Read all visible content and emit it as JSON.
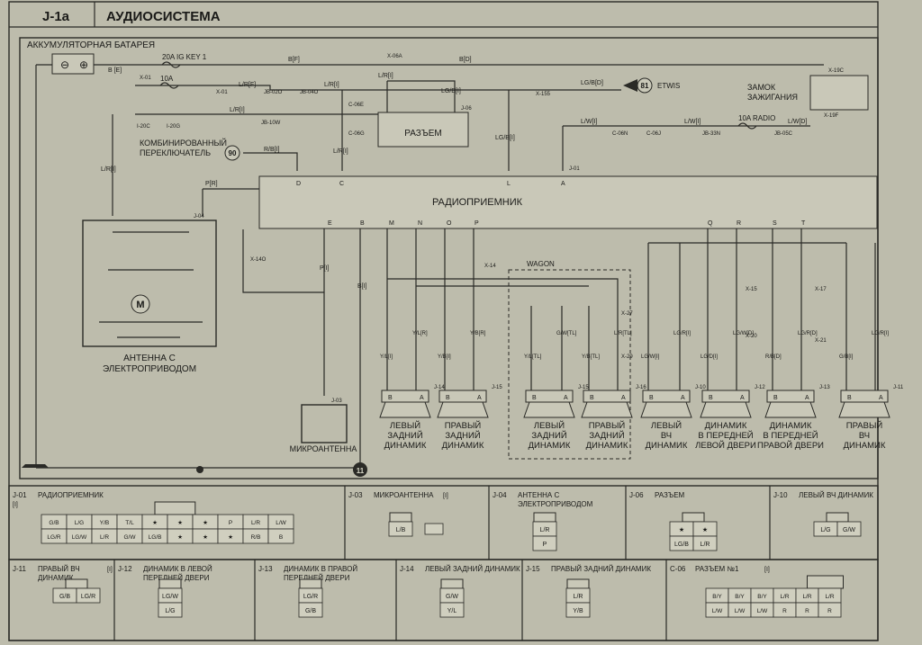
{
  "header": {
    "code": "J-1a",
    "title": "АУДИОСИСТЕМА"
  },
  "components": {
    "battery": "АККУМУЛЯТОРНАЯ БАТАРЕЯ",
    "ignition": [
      "ЗАМОК",
      "ЗАЖИГАНИЯ"
    ],
    "switch": [
      "КОМБИНИРОВАННЫЙ",
      "ПЕРЕКЛЮЧАТЕЛЬ"
    ],
    "switch_ref": "90",
    "etwis_ref": "81",
    "etwis": "ETWIS",
    "connector": "РАЗЪЕМ",
    "radio": "РАДИОПРИЕМНИК",
    "antenna": [
      "АНТЕННА С",
      "ЭЛЕКТРОПРИВОДОМ"
    ],
    "microantenna": "МИКРОАНТЕННА",
    "wagon": "WAGON",
    "motor": "M",
    "ground_ref": "11"
  },
  "fuses": {
    "ig": "20A IG KEY 1",
    "f10a": "10A",
    "radio": "10A RADIO"
  },
  "wire_labels": {
    "be": "B [E]",
    "bf": "B[F]",
    "bd": "B[D]",
    "lrf": "L/R[F]",
    "lri": "L/R[I]",
    "lr_top": "L/R[I]",
    "lr_main": "L/R[I]",
    "lr_left": "L/R[I]",
    "rbi": "R/B[I]",
    "lrv": "L/R[I]",
    "lgb": "LG/B[I]",
    "lgbd": "LG/B[D]",
    "lwi": "L/W[I]",
    "lw_main": "L/W[I]",
    "lwd": "L/W[D]",
    "pr": "P[R]",
    "pi": "P[I]",
    "bi": "B[I]",
    "lg_left": "LG/B[I]"
  },
  "connector_refs": {
    "x01a": "X-01",
    "x01b": "X-01",
    "x06a": "X-06A",
    "jb02o": "JB-02O",
    "jb04o": "JB-04O",
    "jb10w": "JB-10W",
    "i20c": "I-20C",
    "i20g": "I-20G",
    "c06e": "C-06E",
    "c06g": "C-06G",
    "j06": "J-06",
    "x155": "X-155",
    "c06n": "C-06N",
    "c06j": "C-06J",
    "jb33n": "JB-33N",
    "jb05c": "JB-05C",
    "x19c": "X-19C",
    "x19f": "X-19F",
    "j01": "J-01",
    "j04": "J-04",
    "x14o": "X-14O",
    "j03": "J-03",
    "x14": "X-14",
    "x27": "X-27",
    "x29": "X-29",
    "x15": "X-15",
    "x17": "X-17",
    "x20": "X-20",
    "x21": "X-21"
  },
  "radio_pins": [
    "E",
    "B",
    "M",
    "N",
    "O",
    "P",
    "Q",
    "R",
    "S",
    "T",
    "D",
    "C",
    "L",
    "A"
  ],
  "speakers": [
    {
      "lines": [
        "ЛЕВЫЙ",
        "ЗАДНИЙ",
        "ДИНАМИК"
      ],
      "ref": "J-14"
    },
    {
      "lines": [
        "ПРАВЫЙ",
        "ЗАДНИЙ",
        "ДИНАМИК"
      ],
      "ref": "J-15"
    },
    {
      "lines": [
        "ЛЕВЫЙ",
        "ЗАДНИЙ",
        "ДИНАМИК"
      ],
      "ref": "J-15"
    },
    {
      "lines": [
        "ПРАВЫЙ",
        "ЗАДНИЙ",
        "ДИНАМИК"
      ],
      "ref": "J-16"
    },
    {
      "lines": [
        "ЛЕВЫЙ",
        "ВЧ",
        "ДИНАМИК"
      ],
      "ref": "J-10"
    },
    {
      "lines": [
        "ДИНАМИК",
        "В ПЕРЕДНЕЙ",
        "ЛЕВОЙ ДВЕРИ"
      ],
      "ref": "J-12"
    },
    {
      "lines": [
        "ДИНАМИК",
        "В ПЕРЕДНЕЙ",
        "ПРАВОЙ ДВЕРИ"
      ],
      "ref": "J-13"
    },
    {
      "lines": [
        "ПРАВЫЙ",
        "ВЧ",
        "ДИНАМИК"
      ],
      "ref": "J-11"
    }
  ],
  "speaker_wires": [
    [
      "Y/L[I]",
      "Y/L[R]"
    ],
    [
      "Y/B[I]",
      "Y/B[R]"
    ],
    [
      "Y/L[TL]",
      "G/W[TL]"
    ],
    [
      "Y/B[TL]",
      "L/R[TL]"
    ],
    [
      "LG/W[I]",
      "LG/R[I]"
    ],
    [
      "LG/D[I]",
      "LG/W[D]"
    ],
    [
      "R/B[D]",
      "LG/R[D]"
    ],
    [
      "G/B[I]",
      "LG/R[I]"
    ]
  ],
  "pin_ab": [
    "B",
    "A"
  ],
  "legend_row1": [
    {
      "code": "J-01",
      "title": [
        "РАДИОПРИЕМНИК"
      ],
      "tag": "[I]",
      "cells_top": [
        "G/B",
        "L/G",
        "Y/B",
        "T/L",
        "★",
        "★",
        "★",
        "P",
        "L/R",
        "L/W"
      ],
      "cells_bottom": [
        "LG/R",
        "LG/W",
        "L/R",
        "G/W",
        "LG/B",
        "★",
        "★",
        "★",
        "R/B",
        "B"
      ]
    },
    {
      "code": "J-03",
      "title": [
        "МИКРОАНТЕННА"
      ],
      "tag": "[I]",
      "cells": [
        "L/B"
      ]
    },
    {
      "code": "J-04",
      "title": [
        "АНТЕННА С",
        "ЭЛЕКТРОПРИВОДОМ"
      ],
      "tag": "",
      "cells": [
        "L/R",
        "P"
      ]
    },
    {
      "code": "J-06",
      "title": [
        "РАЗЪЕМ"
      ],
      "tag": "",
      "cells": [
        "★",
        "★",
        "LG/B",
        "L/R"
      ]
    },
    {
      "code": "J-10",
      "title": [
        "ЛЕВЫЙ ВЧ ДИНАМИК"
      ],
      "tag": "",
      "cells": [
        "L/G",
        "G/W"
      ]
    }
  ],
  "legend_row2": [
    {
      "code": "J-11",
      "title": [
        "ПРАВЫЙ ВЧ",
        "ДИНАМИК"
      ],
      "tag": "[I]",
      "cells": [
        "G/B",
        "LG/R"
      ]
    },
    {
      "code": "J-12",
      "title": [
        "ДИНАМИК В ЛЕВОЙ",
        "ПЕРЕДНЕЙ ДВЕРИ"
      ],
      "tag": "",
      "cells": [
        "LG/W",
        "L/G"
      ]
    },
    {
      "code": "J-13",
      "title": [
        "ДИНАМИК В ПРАВОЙ",
        "ПЕРЕДНЕЙ ДВЕРИ"
      ],
      "tag": "",
      "cells": [
        "LG/R",
        "G/B"
      ]
    },
    {
      "code": "J-14",
      "title": [
        "ЛЕВЫЙ ЗАДНИЙ ДИНАМИК"
      ],
      "tag": "",
      "cells": [
        "G/W",
        "Y/L"
      ]
    },
    {
      "code": "J-15",
      "title": [
        "ПРАВЫЙ ЗАДНИЙ ДИНАМИК"
      ],
      "tag": "",
      "cells": [
        "L/R",
        "Y/B"
      ]
    },
    {
      "code": "C-06",
      "title": [
        "РАЗЪЕМ №1"
      ],
      "tag": "[I]",
      "cells_top": [
        "B/Y",
        "B/Y",
        "B/Y",
        "L/R",
        "L/R",
        "L/R"
      ],
      "cells_bottom": [
        "L/W",
        "L/W",
        "L/W",
        "R",
        "R",
        "R"
      ]
    }
  ],
  "colors": {
    "paper": "#bdbcac",
    "ink": "#2a2a26"
  }
}
